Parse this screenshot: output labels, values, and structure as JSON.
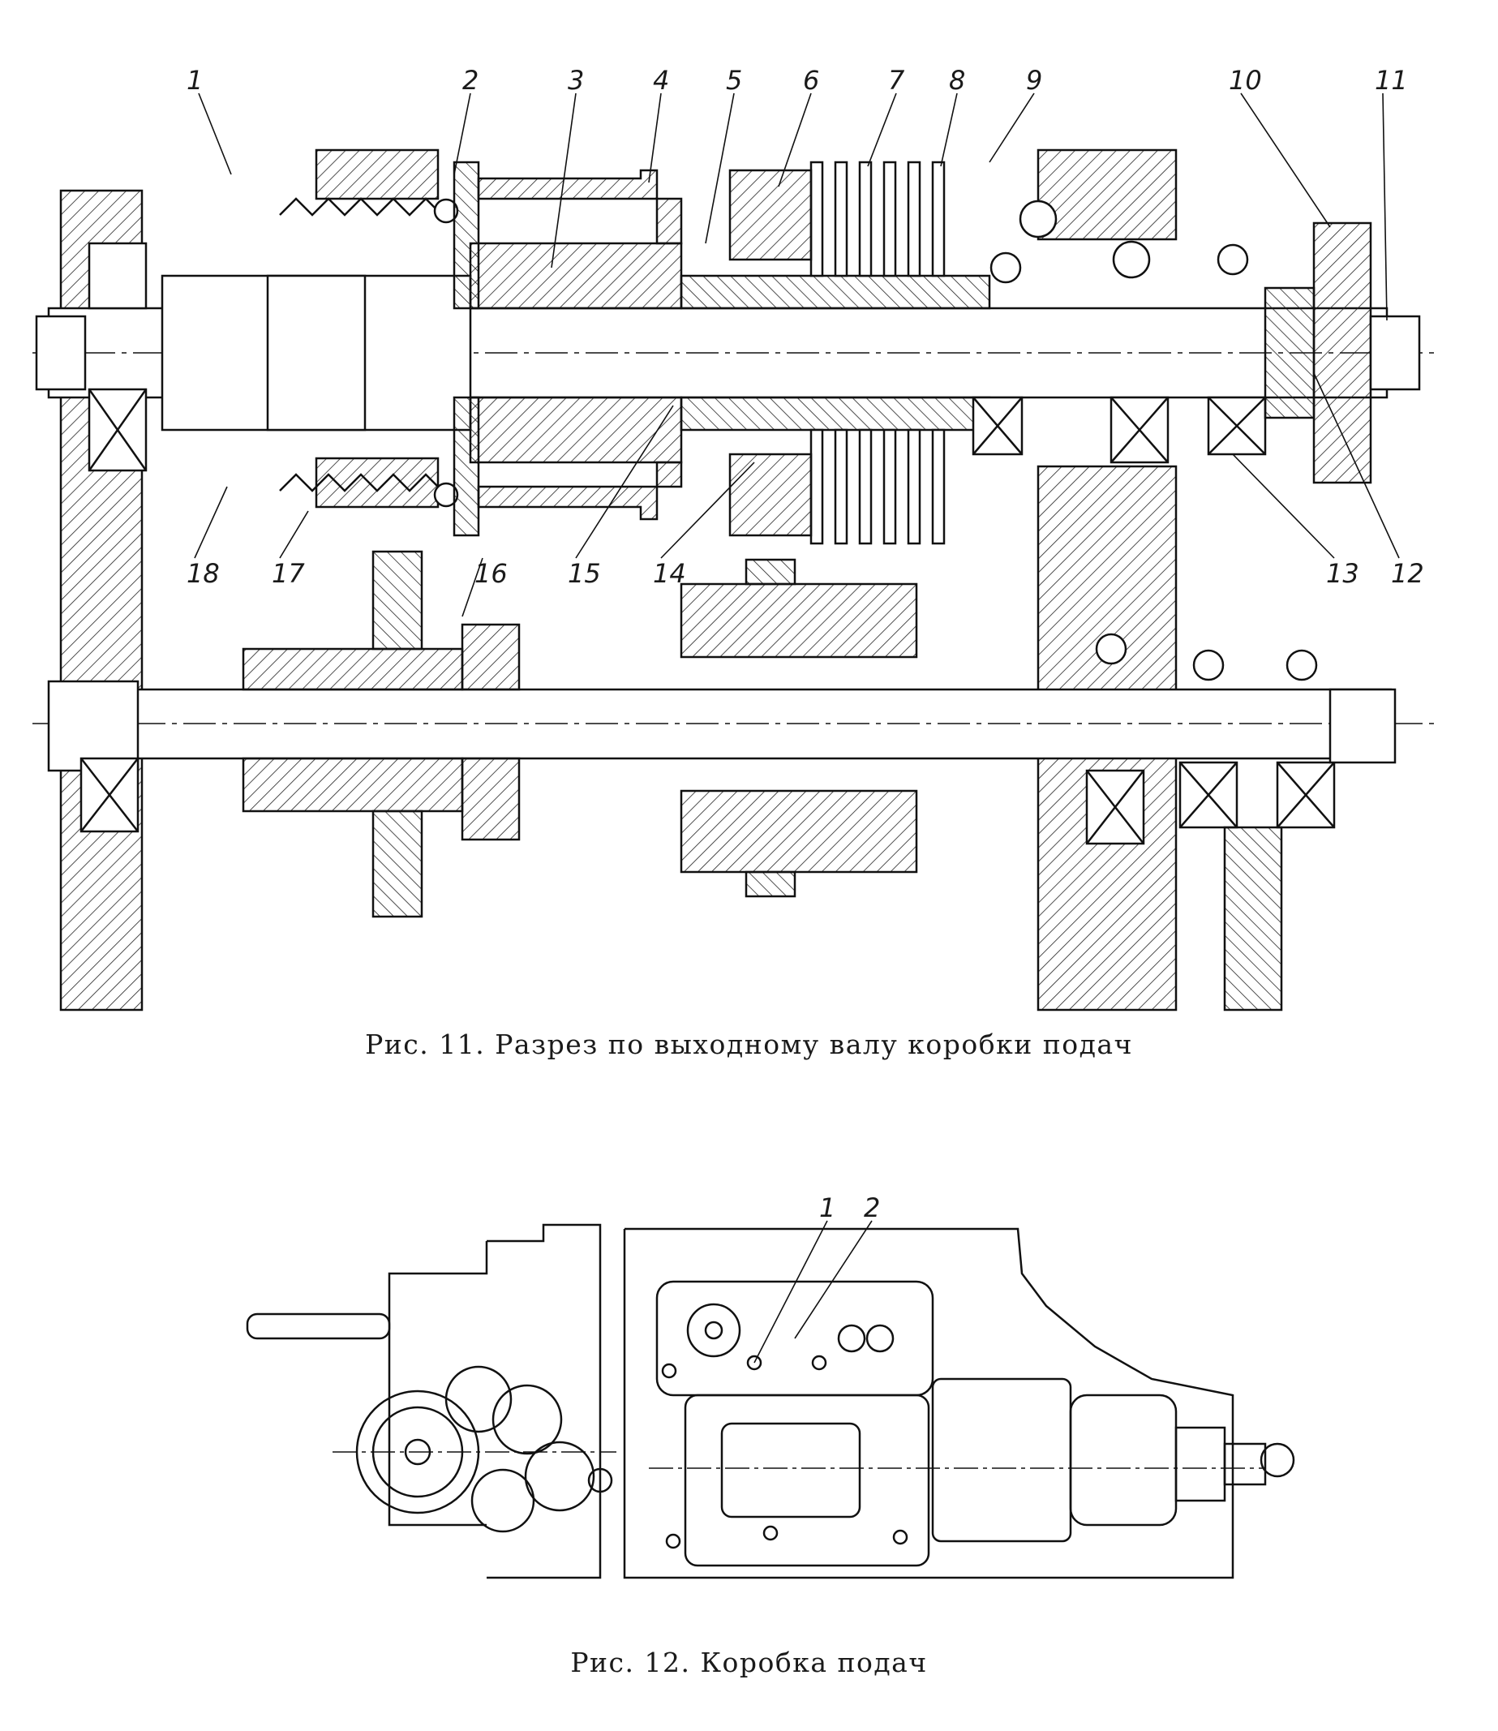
{
  "figure1": {
    "caption": "Рис. 11. Разрез по выходному валу коробки подач",
    "callouts": [
      "1",
      "2",
      "3",
      "4",
      "5",
      "6",
      "7",
      "8",
      "9",
      "10",
      "11",
      "12",
      "13",
      "14",
      "15",
      "16",
      "17",
      "18"
    ]
  },
  "figure2": {
    "caption": "Рис. 12. Коробка подач",
    "callouts": [
      "1",
      "2"
    ]
  }
}
